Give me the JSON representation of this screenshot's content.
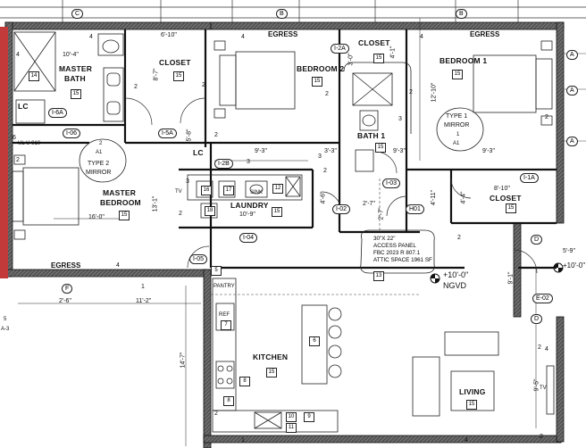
{
  "rooms": {
    "master_bath": [
      "MASTER",
      "BATH"
    ],
    "closet_1": "CLOSET",
    "bedroom_2": "BEDROOM 2",
    "closet_2": "CLOSET",
    "bedroom_1": "BEDROOM 1",
    "bath_1": "BATH 1",
    "closet_3": "CLOSET",
    "master_bedroom": [
      "MASTER",
      "BEDROOM"
    ],
    "laundry": "LAUNDRY",
    "kitchen": "KITCHEN",
    "living": "LIVING",
    "lc_1": "LC",
    "lc_2": "LC",
    "pantry": "PANTRY",
    "ref": "REF"
  },
  "labels": {
    "egress_1": "EGRESS",
    "egress_2": "EGRESS",
    "egress_3": "EGRESS",
    "tv_1": "TV",
    "tv_2": "TV",
    "sink": "SINK",
    "ul": "UL U 910"
  },
  "door_tags": {
    "i06": "I-06",
    "i6a": "I-6A",
    "i5a": "I-5A",
    "i2a": "I-2A",
    "i2b": "I-2B",
    "i1a": "I-1A",
    "i03": "I-03",
    "i02": "I-02",
    "h01": "H01",
    "i04": "I-04",
    "i05": "I-05",
    "e02": "E-02"
  },
  "grid": {
    "c": "C",
    "b1": "B",
    "b2": "B",
    "a1": "A",
    "a2": "A",
    "a3": "A",
    "d1": "D",
    "d2": "D",
    "f": "F",
    "g5": "5",
    "ga3": "A-3"
  },
  "dims": {
    "d10_4": "10'-4\"",
    "d6_10": "6'-10\"",
    "d8_7": "8'-7\"",
    "d3_0": "3'-0\"",
    "d4_1": "4'-1\"",
    "d12_10": "12'-10\"",
    "d9_3a": "9'-3\"",
    "d9_3b": "9'-3\"",
    "d9_3c": "9'-3\"",
    "d3_3": "3'-3\"",
    "d5_8": "5'-8\"",
    "d13_1": "13'-1\"",
    "d16_0": "16'-0\"",
    "d10_9": "10'-9\"",
    "d8_10": "8'-10\"",
    "d4_4": "4'-4\"",
    "d2_7a": "2'-7\"",
    "d2_7b": "2'-7\"",
    "d4_11": "4'-11\"",
    "d4_6": "4'-6\"",
    "d2_6": "2'-6\"",
    "d11_2": "11'-2\"",
    "d14_7": "14'-7\"",
    "d9_5": "9'-5\"",
    "d9_1": "9'-1\"",
    "d5_9": "5'-9\"",
    "d10_0r": "+10'-0\""
  },
  "mirror_1": {
    "line1": "TYPE 1",
    "line2": "MIRROR",
    "num": "1",
    "sheet": "A1"
  },
  "mirror_2": {
    "line1": "TYPE 2",
    "line2": "MIRROR",
    "num": "2",
    "sheet": "A1"
  },
  "access_panel": {
    "l1": "30\"X 22\"",
    "l2": "ACCESS PANEL",
    "l3": "FBC 2023 R 807.1",
    "l4": "ATTIC SPACE 1961 SF"
  },
  "elevation": {
    "value": "+10'-0\"",
    "datum": "NGVD"
  },
  "keys": {
    "k14": "14",
    "k15a": "15",
    "k15b": "15",
    "k15c": "15",
    "k15d": "15",
    "k15e": "15",
    "k15f": "15",
    "k15g": "15",
    "k15h": "15",
    "k15i": "15",
    "k15j": "15",
    "k15k": "15",
    "k16": "16",
    "k17": "17",
    "k18": "18",
    "k12": "12",
    "k8a": "8",
    "k8b": "8",
    "k9": "9",
    "k10": "10",
    "k11": "11",
    "k7": "7",
    "k6": "6",
    "k5": "5",
    "k13": "13"
  },
  "markers": {
    "m4a": "4",
    "m4b": "4",
    "m4c": "4",
    "m4d": "4",
    "m4e": "4",
    "m4f": "4",
    "m4g": "4",
    "m2a": "2",
    "m2b": "2",
    "m2c": "2",
    "m2d": "2",
    "m2e": "2",
    "m2f": "2",
    "m2g": "2",
    "m2h": "2",
    "m2i": "2",
    "m2j": "2",
    "m2k": "2",
    "m2l": "2",
    "m2m": "2",
    "m3a": "3",
    "m3b": "3",
    "m3c": "3",
    "m3d": "3",
    "m1a": "1",
    "m1b": "1",
    "m6": "6"
  }
}
